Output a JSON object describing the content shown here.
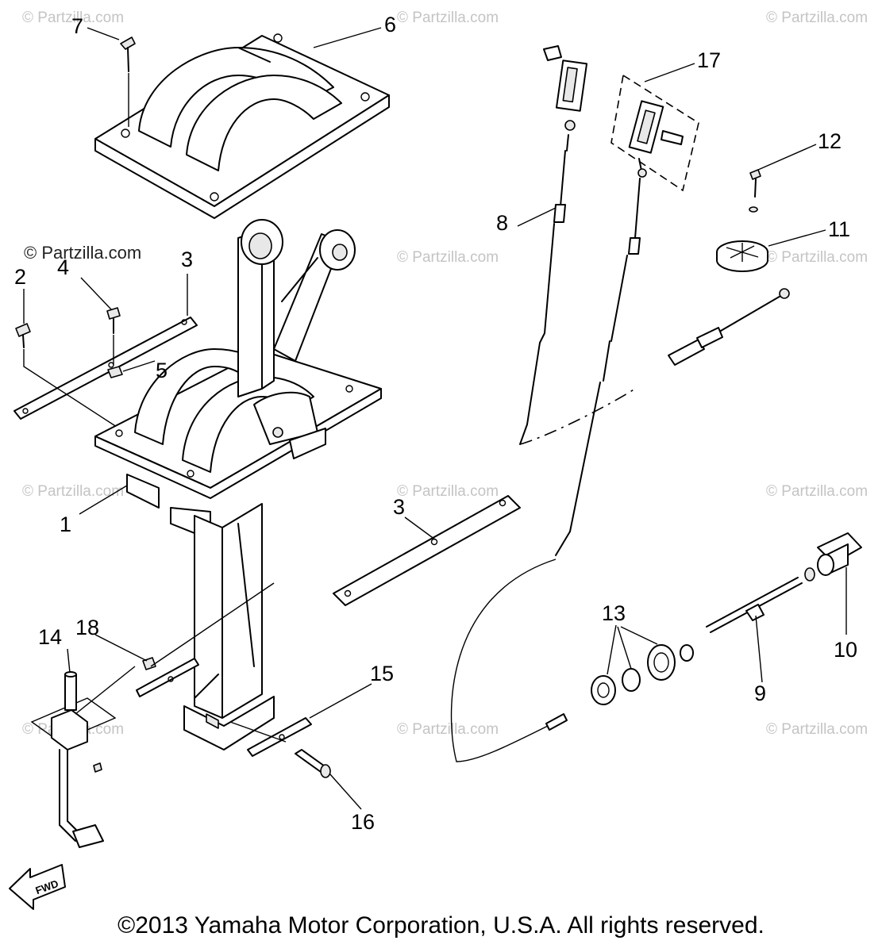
{
  "diagram": {
    "watermark": "© Partzilla.com",
    "copyright": "©2013  Yamaha Motor Corporation, U.S.A. All rights reserved.",
    "fwd_label": "FWD",
    "callouts": [
      "1",
      "2",
      "3",
      "3",
      "4",
      "5",
      "6",
      "7",
      "8",
      "9",
      "10",
      "11",
      "12",
      "13",
      "14",
      "15",
      "16",
      "17",
      "18"
    ]
  }
}
